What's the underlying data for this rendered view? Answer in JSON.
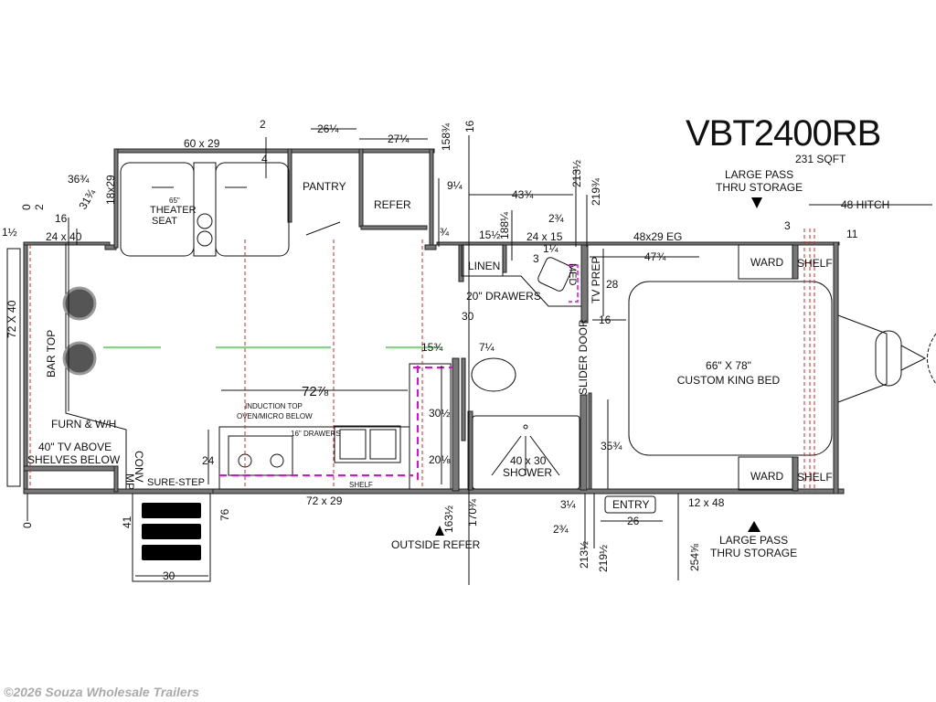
{
  "title": "VBT2400RB",
  "sqft": "231 SQFT",
  "watermark": "©2026 Souza Wholesale Trailers",
  "rooms": {
    "pantry": "PANTRY",
    "refer": "REFER",
    "theater_size": "65\"",
    "theater_1": "THEATER",
    "theater_2": "SEAT",
    "linen": "LINEN",
    "drawers20": "20\" DRAWERS",
    "med": "MED",
    "tv_prep": "TV PREP",
    "slider_door": "SLIDER DOOR",
    "bed_1": "66\" X 78\"",
    "bed_2": "CUSTOM KING BED",
    "ward": "WARD",
    "shelf": "SHELF",
    "bar_top": "BAR TOP",
    "furn": "FURN & W/H",
    "tv_1": "40\" TV ABOVE",
    "tv_2": "SHELVES BELOW",
    "conv": "CONV",
    "mp": "MP",
    "sure_step": "SURE-STEP",
    "induction_1": "INDUCTION TOP",
    "induction_2": "OVEN/MICRO BELOW",
    "drawers16": "16\" DRAWERS",
    "kitchen_shelf": "SHELF",
    "shower_1": "40 x 30",
    "shower_2": "SHOWER",
    "entry": "ENTRY",
    "outside_refer": "OUTSIDE REFER",
    "pass_thru_1": "LARGE PASS",
    "pass_thru_2": "THRU STORAGE",
    "hitch": "48  HITCH"
  },
  "dims": {
    "d60x29": "60 x 29",
    "d2top": "2",
    "d26": "26¼",
    "d27": "27¼",
    "d158": "158¾",
    "d16top": "16",
    "d4": "4",
    "d36": "36¾",
    "d31": "31¾",
    "d18x29": "18x29",
    "d0": "0",
    "d2": "2",
    "d1_5": "1½",
    "d16": "16",
    "d24x40": "24 x 40",
    "d9": "9¼",
    "d3_4": "¾",
    "d43": "43¾",
    "d188": "188¼",
    "d15_5": "15½",
    "d3": "3",
    "d1_4": "1¼",
    "d2_75a": "2¾",
    "d213a": "213½",
    "d219a": "219¾",
    "d24x15": "24 x 15",
    "d48x29": "48x29 EG",
    "d47": "47¾",
    "d28": "28",
    "d16b": "16",
    "d30": "30",
    "d3r": "3",
    "d11": "11",
    "d72x40": "72 X 40",
    "d72_7_8": "72⅞",
    "d15_3_4": "15¾",
    "d7": "7¼",
    "d30_5": "30½",
    "d20": "20⅛",
    "d24": "24",
    "d72x29": "72 x 29",
    "d41": "41",
    "d76": "76",
    "d30b": "30",
    "d163": "163½",
    "d170": "170¾",
    "d35": "35¾",
    "d3_25": "3¼",
    "d2_75b": "2¾",
    "d26b": "26",
    "d213b": "213½",
    "d219b": "219½",
    "d12x48": "12 x 48",
    "d254": "254⅝",
    "d0b": "0"
  },
  "colors": {
    "wall": "#777777",
    "electrical": "#dd2222",
    "slide_zone": "#ee00ee",
    "ceiling": "#22cc22"
  }
}
